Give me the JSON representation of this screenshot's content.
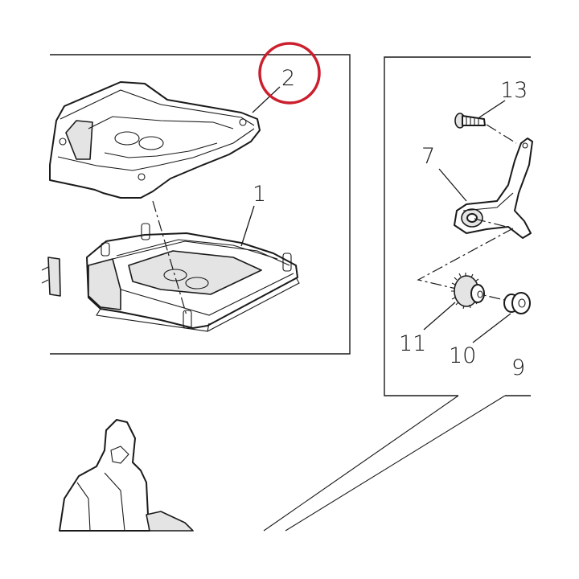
{
  "diagram": {
    "callouts": {
      "c1": "1",
      "c2": "2",
      "c7": "7",
      "c9": "9",
      "c10": "10",
      "c11": "11",
      "c13": "13"
    },
    "highlight": {
      "target": "2",
      "color": "#cc1f2e"
    },
    "colors": {
      "line": "#1a1a1a",
      "fill_light": "#e4e4e4",
      "background": "#ffffff"
    }
  }
}
